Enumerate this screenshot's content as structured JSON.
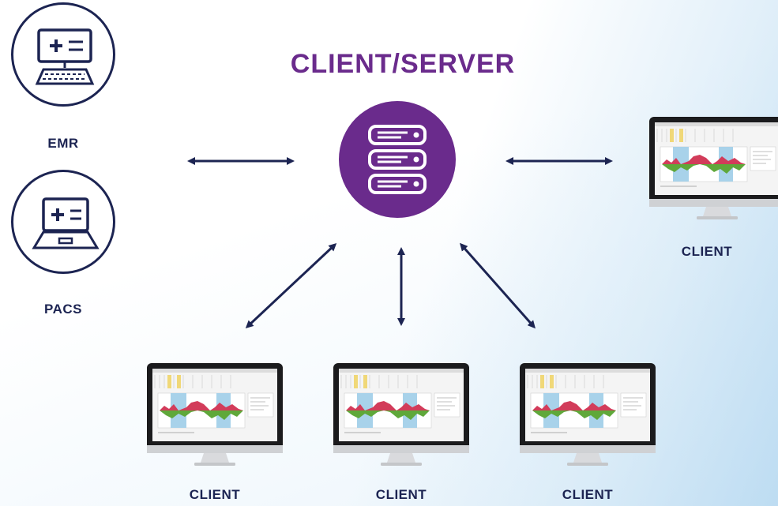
{
  "title": "CLIENT/SERVER",
  "nodes": {
    "emr": "EMR",
    "pacs": "PACS",
    "client_right": "CLIENT",
    "client_bottom_1": "CLIENT",
    "client_bottom_2": "CLIENT",
    "client_bottom_3": "CLIENT"
  },
  "colors": {
    "navy": "#1c2452",
    "purple": "#6a2b8c",
    "chart_red": "#d23c5a",
    "chart_green": "#5fa83a",
    "chart_blue": "#a8d2ea"
  },
  "icons": [
    "emr-monitor-icon",
    "pacs-laptop-icon",
    "server-icon",
    "double-arrow-icon",
    "client-monitor-icon"
  ]
}
